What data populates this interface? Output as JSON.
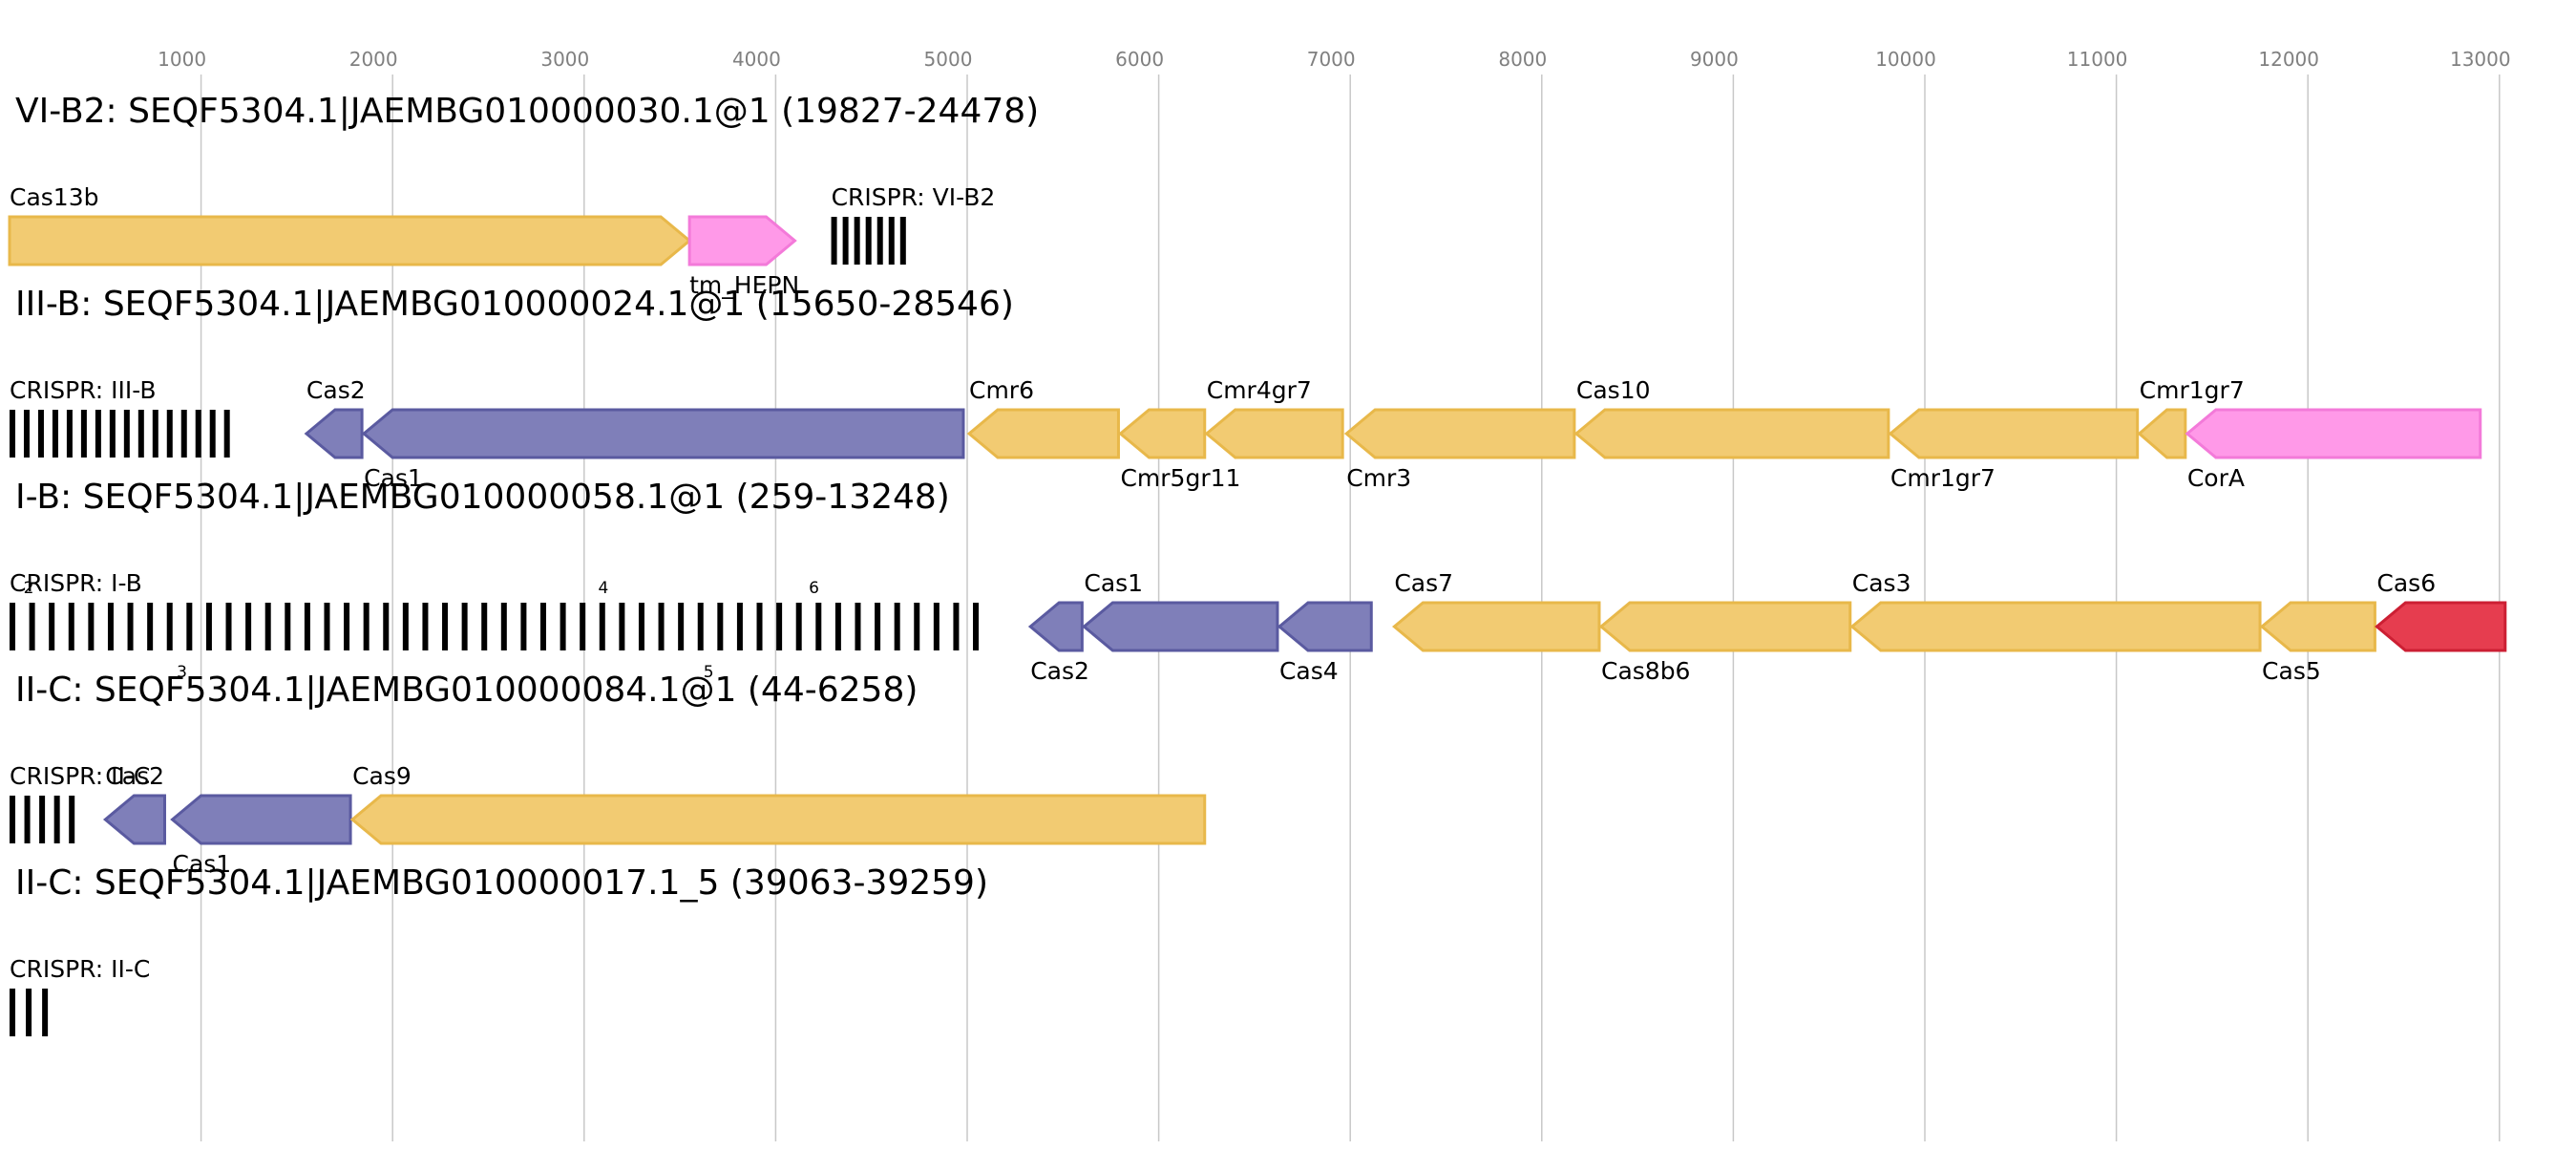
{
  "axis": {
    "unit": "bp",
    "min": 0,
    "max": 13000,
    "ticks": [
      1000,
      2000,
      3000,
      4000,
      5000,
      6000,
      7000,
      8000,
      9000,
      10000,
      11000,
      12000,
      13000
    ],
    "grid": true
  },
  "colors": {
    "blue": "#7f7fb9",
    "blue_stroke": "#5a5aa0",
    "yellow": "#f2cb72",
    "yellow_stroke": "#e8b84a",
    "pink": "#ff99e8",
    "pink_stroke": "#f37ad9",
    "red": "#e63d4f",
    "red_stroke": "#cc1f33",
    "crispr": "#000000",
    "grid": "#c8c8c8",
    "tick": "#808080"
  },
  "loci": [
    {
      "title": "VI-B2: SEQF5304.1|JAEMBG010000030.1@1 (19827-24478)",
      "crispr": [
        {
          "label": "CRISPR: VI-B2",
          "start": 4290,
          "end": 4680,
          "count": 7
        }
      ],
      "genes": [
        {
          "name": "Cas13b",
          "start": 0,
          "end": 3550,
          "strand": "+",
          "color": "yellow",
          "label_pos": "above"
        },
        {
          "name": "tm_HEPN",
          "start": 3550,
          "end": 4100,
          "strand": "+",
          "color": "pink",
          "label_pos": "below"
        }
      ]
    },
    {
      "title": "III-B: SEQF5304.1|JAEMBG010000024.1@1 (15650-28546)",
      "crispr": [
        {
          "label": "CRISPR: III-B",
          "start": 0,
          "end": 1150,
          "count": 16
        }
      ],
      "genes": [
        {
          "name": "Cas2",
          "start": 1550,
          "end": 1840,
          "strand": "-",
          "color": "blue",
          "label_pos": "above"
        },
        {
          "name": "Cas1",
          "start": 1850,
          "end": 4980,
          "strand": "-",
          "color": "blue",
          "label_pos": "below"
        },
        {
          "name": "Cmr6",
          "start": 5010,
          "end": 5790,
          "strand": "-",
          "color": "yellow",
          "label_pos": "above"
        },
        {
          "name": "Cmr5gr11",
          "start": 5800,
          "end": 6240,
          "strand": "-",
          "color": "yellow",
          "label_pos": "below"
        },
        {
          "name": "Cmr4gr7",
          "start": 6250,
          "end": 6960,
          "strand": "-",
          "color": "yellow",
          "label_pos": "above"
        },
        {
          "name": "Cmr3",
          "start": 6980,
          "end": 8170,
          "strand": "-",
          "color": "yellow",
          "label_pos": "below"
        },
        {
          "name": "Cas10",
          "start": 8180,
          "end": 9810,
          "strand": "-",
          "color": "yellow",
          "label_pos": "above"
        },
        {
          "name": "Cmr1gr7",
          "start": 9820,
          "end": 11110,
          "strand": "-",
          "color": "yellow",
          "label_pos": "below"
        },
        {
          "name": "Cmr1gr7",
          "start": 11120,
          "end": 11360,
          "strand": "-",
          "color": "yellow",
          "label_pos": "above"
        },
        {
          "name": "CorA",
          "start": 11370,
          "end": 12900,
          "strand": "-",
          "color": "pink",
          "label_pos": "below"
        }
      ]
    },
    {
      "title": "I-B: SEQF5304.1|JAEMBG010000058.1@1 (259-13248)",
      "crispr": [
        {
          "label": "CRISPR: I-B",
          "start": 0,
          "end": 5060,
          "count": 50,
          "sub_labels": [
            {
              "text": "2",
              "at": 100,
              "pos": "above"
            },
            {
              "text": "3",
              "at": 900,
              "pos": "below"
            },
            {
              "text": "4",
              "at": 3100,
              "pos": "above"
            },
            {
              "text": "5",
              "at": 3650,
              "pos": "below"
            },
            {
              "text": "6",
              "at": 4200,
              "pos": "above"
            }
          ]
        }
      ],
      "genes": [
        {
          "name": "Cas2",
          "start": 5330,
          "end": 5600,
          "strand": "-",
          "color": "blue",
          "label_pos": "below"
        },
        {
          "name": "Cas1",
          "start": 5610,
          "end": 6620,
          "strand": "-",
          "color": "blue",
          "label_pos": "above"
        },
        {
          "name": "Cas4",
          "start": 6630,
          "end": 7110,
          "strand": "-",
          "color": "blue",
          "label_pos": "below"
        },
        {
          "name": "Cas7",
          "start": 7230,
          "end": 8300,
          "strand": "-",
          "color": "yellow",
          "label_pos": "above"
        },
        {
          "name": "Cas8b6",
          "start": 8310,
          "end": 9610,
          "strand": "-",
          "color": "yellow",
          "label_pos": "below"
        },
        {
          "name": "Cas3",
          "start": 9620,
          "end": 11750,
          "strand": "-",
          "color": "yellow",
          "label_pos": "above"
        },
        {
          "name": "Cas5",
          "start": 11760,
          "end": 12350,
          "strand": "-",
          "color": "yellow",
          "label_pos": "below"
        },
        {
          "name": "Cas6",
          "start": 12360,
          "end": 13030,
          "strand": "-",
          "color": "red",
          "label_pos": "above"
        }
      ]
    },
    {
      "title": "II-C: SEQF5304.1|JAEMBG010000084.1@1 (44-6258)",
      "crispr": [
        {
          "label": "CRISPR: II-C",
          "start": 0,
          "end": 340,
          "count": 5
        }
      ],
      "genes": [
        {
          "name": "Cas2",
          "start": 500,
          "end": 810,
          "strand": "-",
          "color": "blue",
          "label_pos": "above"
        },
        {
          "name": "Cas1",
          "start": 850,
          "end": 1780,
          "strand": "-",
          "color": "blue",
          "label_pos": "below"
        },
        {
          "name": "Cas9",
          "start": 1790,
          "end": 6240,
          "strand": "-",
          "color": "yellow",
          "label_pos": "above"
        }
      ]
    },
    {
      "title": "II-C: SEQF5304.1|JAEMBG010000017.1_5 (39063-39259)",
      "crispr": [
        {
          "label": "CRISPR: II-C",
          "start": 0,
          "end": 200,
          "count": 3
        }
      ],
      "genes": []
    }
  ]
}
